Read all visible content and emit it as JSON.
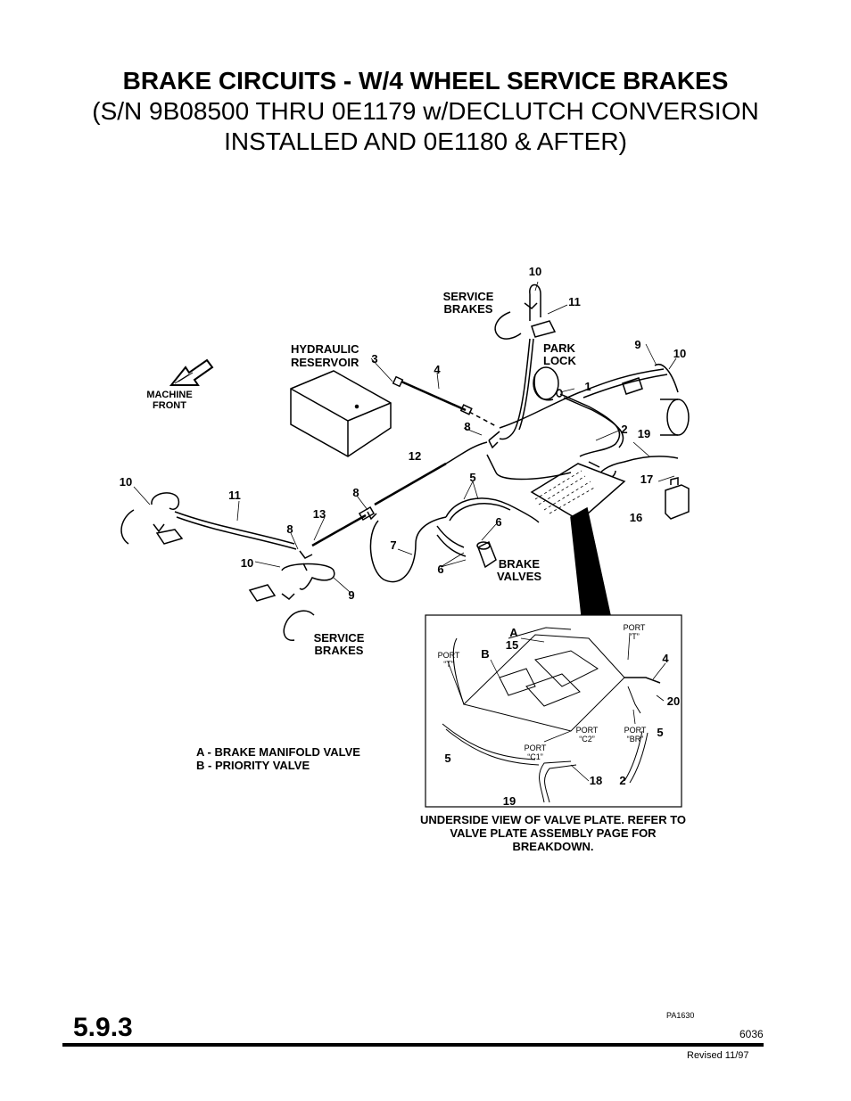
{
  "title": {
    "line1": "BRAKE CIRCUITS - W/4 WHEEL SERVICE BRAKES",
    "line2": "(S/N 9B08500 THRU 0E1179 w/DECLUTCH CONVERSION",
    "line3": "INSTALLED AND 0E1180 & AFTER)"
  },
  "labels": {
    "machine_front": [
      "MACHINE",
      "FRONT"
    ],
    "hydraulic_reservoir": [
      "HYDRAULIC",
      "RESERVOIR"
    ],
    "service_brakes_top": [
      "SERVICE",
      "BRAKES"
    ],
    "park_lock": [
      "PARK",
      "LOCK"
    ],
    "brake_valves": [
      "BRAKE",
      "VALVES"
    ],
    "service_brakes_bottom": [
      "SERVICE",
      "BRAKES"
    ]
  },
  "callouts": {
    "c10a": "10",
    "c11a": "11",
    "c9a": "9",
    "c10b": "10",
    "c3": "3",
    "c4": "4",
    "c1": "1",
    "c8a": "8",
    "c2": "2",
    "c19a": "19",
    "c12": "12",
    "c5a": "5",
    "c17": "17",
    "c16": "16",
    "c10c": "10",
    "c11b": "11",
    "c8b": "8",
    "c13": "13",
    "c8c": "8",
    "c6a": "6",
    "c7": "7",
    "c6b": "6",
    "c10d": "10",
    "c9b": "9"
  },
  "inset": {
    "callouts": {
      "A": "A",
      "c15": "15",
      "B": "B",
      "c4": "4",
      "c20": "20",
      "c5a": "5",
      "c5b": "5",
      "c18": "18",
      "c2": "2",
      "c19": "19"
    },
    "ports": {
      "t_left": [
        "PORT",
        "“T”"
      ],
      "t_right": [
        "PORT",
        "“T”"
      ],
      "c2": [
        "PORT",
        "“C2”"
      ],
      "br": [
        "PORT",
        "“BR”"
      ],
      "c1": [
        "PORT",
        "“C1”"
      ]
    }
  },
  "legend": {
    "a": "A - BRAKE MANIFOLD VALVE",
    "b": "B - PRIORITY VALVE"
  },
  "inset_caption": [
    "UNDERSIDE VIEW OF VALVE PLATE. REFER TO",
    "VALVE PLATE ASSEMBLY PAGE FOR",
    "BREAKDOWN."
  ],
  "footer": {
    "section": "5.9.3",
    "figure_id": "PA1630",
    "page": "6036",
    "revised": "Revised 11/97"
  }
}
